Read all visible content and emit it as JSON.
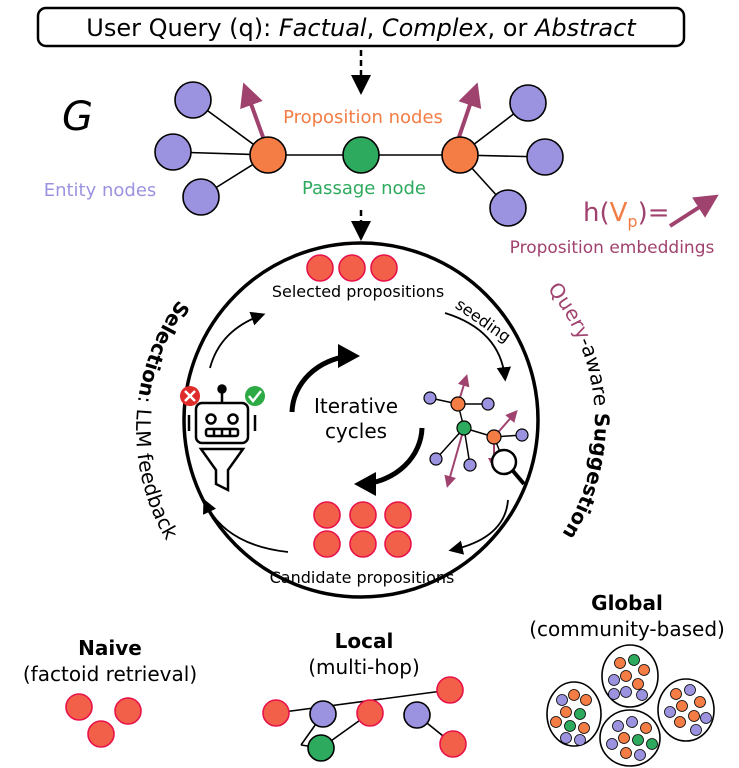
{
  "query": {
    "prefix": "User Query (q): ",
    "factual": "Factual",
    "sep1": ", ",
    "complex": "Complex",
    "sep2": ", or ",
    "abstract": "Abstract"
  },
  "graph": {
    "symbol": "G",
    "proposition_nodes_label": "Proposition nodes",
    "passage_node_label": "Passage node",
    "entity_nodes_label": "Entity nodes"
  },
  "embedding": {
    "h_open": "h(",
    "v": "V",
    "sub": "p",
    "h_close": ")=",
    "label": "Proposition embeddings"
  },
  "cycle": {
    "selected": "Selected propositions",
    "seeding": "seeding",
    "iterative_line1": "Iterative",
    "iterative_line2": "cycles",
    "candidate": "Candidate propositions",
    "sel_bold": "Selection",
    "sel_rest": ": LLM feedback",
    "qa_part1": "Query",
    "qa_part2": "-aware ",
    "qa_bold": "Suggestion"
  },
  "modes": {
    "naive_title": "Naive",
    "naive_sub": "(factoid retrieval)",
    "local_title": "Local",
    "local_sub": "(multi-hop)",
    "global_title": "Global",
    "global_sub": "(community-based)"
  },
  "colors": {
    "proposition": "#f47c45",
    "passage": "#2eaa5e",
    "entity": "#9b93e0",
    "candidate": "#f2604a",
    "embedding": "#a0426e"
  }
}
